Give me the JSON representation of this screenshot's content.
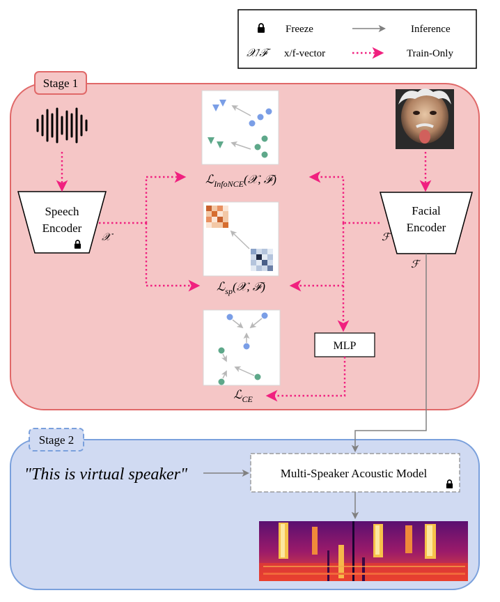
{
  "legend": {
    "freeze": "Freeze",
    "inference": "Inference",
    "vector_symbol": "𝒳/ℱ",
    "vector": "x/f-vector",
    "train_only": "Train-Only"
  },
  "stage1": {
    "label": "Stage 1",
    "speech_encoder": [
      "Speech",
      "Encoder"
    ],
    "facial_encoder": [
      "Facial",
      "Encoder"
    ],
    "x_symbol": "𝒳",
    "f_symbol": "ℱ",
    "mlp": "MLP",
    "loss_infonce": {
      "main": "ℒ",
      "sub": "InfoNCE",
      "args": "(𝒳, ℱ)"
    },
    "loss_sp": {
      "main": "ℒ",
      "sub": "sp",
      "args": "(𝒳, ℱ)"
    },
    "loss_ce": {
      "main": "ℒ",
      "sub": "CE",
      "args": ""
    }
  },
  "stage2": {
    "label": "Stage 2",
    "text_input": "\"This is virtual speaker\"",
    "acoustic_model": "Multi-Speaker Acoustic Model"
  },
  "colors": {
    "stage1_fill": "#f5c6c6",
    "stage1_border": "#e06868",
    "stage2_fill": "#d0daf2",
    "stage2_border": "#7aa0dc",
    "train_arrow": "#f0207f",
    "inference_arrow": "#808080"
  },
  "icons": [
    "lock-icon",
    "waveform-icon",
    "face-photo",
    "spectrogram"
  ]
}
